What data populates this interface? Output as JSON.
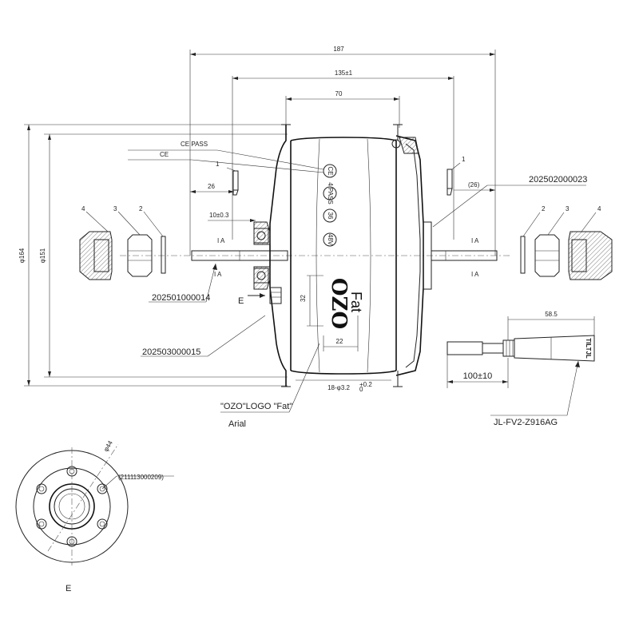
{
  "dimensions": {
    "overall_width": "187",
    "dropout_width": "135±1",
    "flange_span": "70",
    "outer_diameter": "φ164",
    "rim_diameter": "φ151",
    "left_offset": "26",
    "right_offset": "(26)",
    "bearing_offset": "10±0.3",
    "logo_height": "32",
    "logo_width": "22",
    "spoke_holes": "18-φ3.2",
    "spoke_holes_tol": "+0.2",
    "spoke_holes_tol2": "0",
    "cable_box": "58.5",
    "cable_length": "100±10",
    "pcd": "φ44"
  },
  "callouts": {
    "ce_pass": "CE PASS",
    "ce": "CE",
    "part_washer": "1",
    "part_lock_washer": "2",
    "part_nut": "3",
    "part_cap_nut": "4",
    "axle_part": "202501000014",
    "shell_part": "202503000015",
    "cover_part": "202502000023",
    "logo_note": "\"OZO\"LOGO \"Fat\"",
    "font_note": "Arial",
    "connector_part": "JL-FV2-Z916AG",
    "disc_part": "(211113000209)",
    "section_mark": "E",
    "axle_mark": "I A"
  },
  "labels": {
    "ce_badge": "CE",
    "pass_badge": "4 PASS",
    "badge_36": "36",
    "badge_48v": "48V",
    "logo_text": "OZO",
    "logo_sub": "Fat",
    "connector_text": "TILTJL"
  }
}
